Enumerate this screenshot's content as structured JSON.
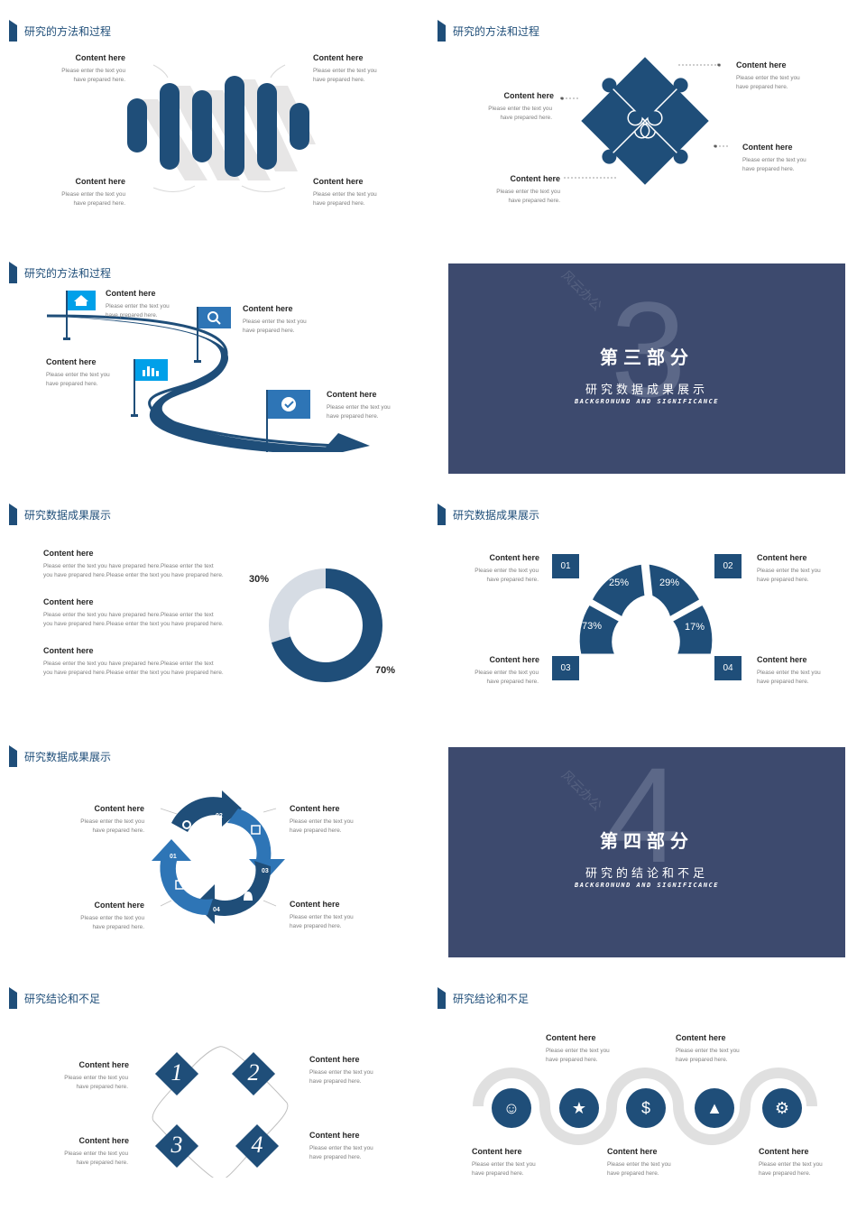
{
  "titles": {
    "method": "研究的方法和过程",
    "result": "研究数据成果展示",
    "conclusion": "研究结论和不足"
  },
  "heading": "Content here",
  "body": "Please enter the text you have prepared here.",
  "body_long": "Please enter the text you have prepared here.Please enter the text you have prepared here.Please enter the text you have prepared here.",
  "section3": {
    "number": "3",
    "title": "第三部分",
    "subtitle": "研究数据成果展示",
    "english": "BACKGRONUND AND SIGNIFICANCE",
    "watermark": "风云办公"
  },
  "section4": {
    "number": "4",
    "title": "第四部分",
    "subtitle": "研究的结论和不足",
    "english": "BACKGRONUND AND SIGNIFICANCE",
    "watermark": "风云办公"
  },
  "donut": {
    "light_label": "30%",
    "dark_label": "70%",
    "dark_fraction": 0.7
  },
  "arc_slide": {
    "boxes": [
      "01",
      "02",
      "03",
      "04"
    ],
    "segments": [
      "73%",
      "25%",
      "29%",
      "17%"
    ]
  },
  "cycle": {
    "labels": [
      "01",
      "02",
      "03",
      "04"
    ]
  },
  "diamonds": [
    "1",
    "2",
    "3",
    "4"
  ],
  "colors": {
    "primary": "#1f4e79",
    "accent": "#2e75b6",
    "light": "#00a0e9",
    "section_bg": "#3d4a6e",
    "grey": "#d6dce4"
  }
}
